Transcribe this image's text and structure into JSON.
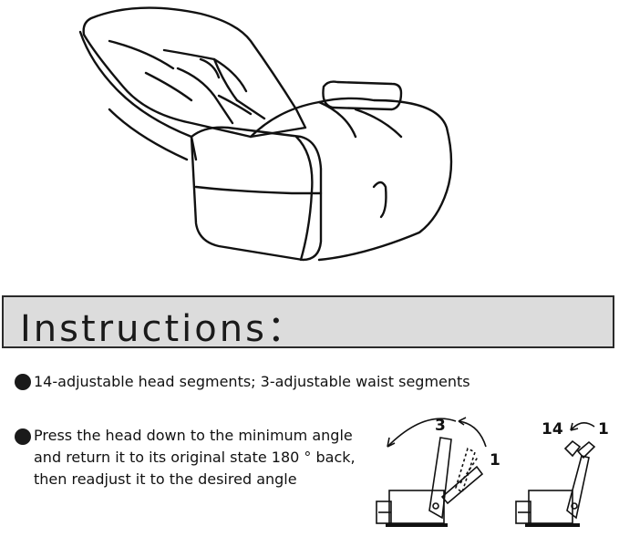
{
  "heading": {
    "title": "Instructions："
  },
  "bullets": [
    {
      "text": "14-adjustable head segments; 3-adjustable waist segments"
    },
    {
      "lines": [
        "Press the head down to the minimum angle",
        "and return it to its original state 180 °  back,",
        "then readjust it to the desired angle"
      ]
    }
  ],
  "diagram_left": {
    "label_top": "3",
    "label_right": "1"
  },
  "diagram_right": {
    "label_left": "14",
    "label_right": "1"
  }
}
